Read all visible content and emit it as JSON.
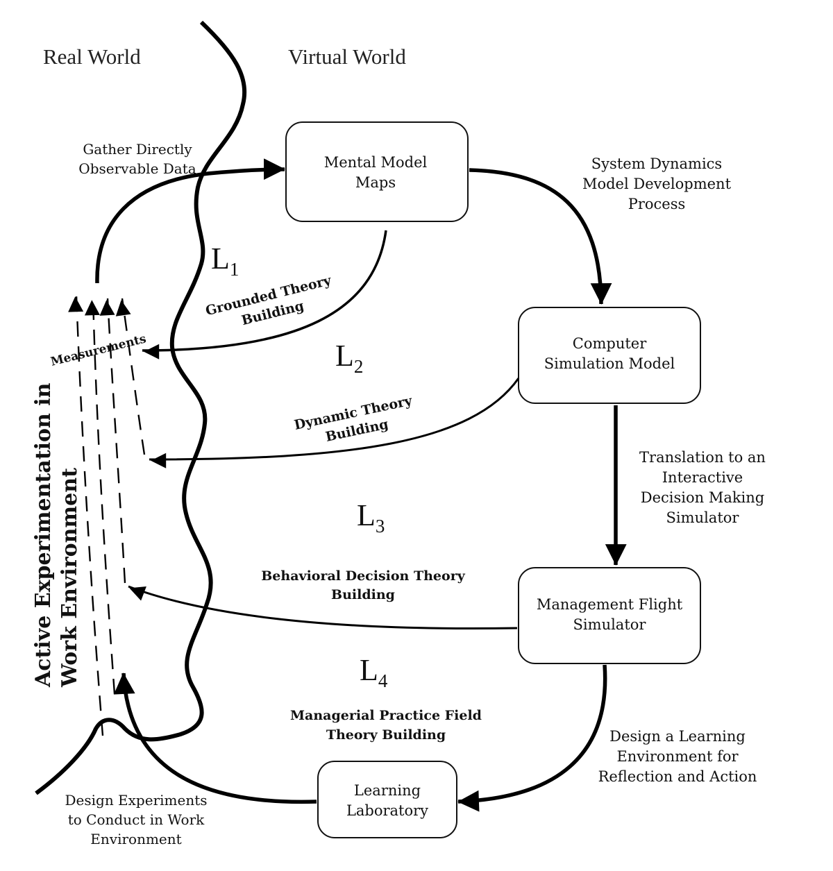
{
  "headings": {
    "real_world": "Real World",
    "virtual_world": "Virtual World",
    "side_line1": "Active Experimentation in",
    "side_line2": "Work Environment"
  },
  "boxes": {
    "mental_model": [
      "Mental Model",
      "Maps"
    ],
    "computer_sim": [
      "Computer",
      "Simulation Model"
    ],
    "mgmt_flight": [
      "Management Flight",
      "Simulator"
    ],
    "learning_lab": [
      "Learning",
      "Laboratory"
    ]
  },
  "process_labels": {
    "gather": [
      "Gather Directly",
      "Observable Data"
    ],
    "sd_process": [
      "System Dynamics",
      "Model Development",
      "Process"
    ],
    "translation": [
      "Translation to an",
      "Interactive",
      "Decision Making",
      "Simulator"
    ],
    "design_learning": [
      "Design a Learning",
      "Environment for",
      "Reflection and Action"
    ],
    "design_experiments": [
      "Design Experiments",
      "to Conduct in Work",
      "Environment"
    ]
  },
  "theory_labels": {
    "grounded": [
      "Grounded Theory",
      "Building"
    ],
    "dynamic": [
      "Dynamic Theory",
      "Building"
    ],
    "behavioral": [
      "Behavioral Decision Theory",
      "Building"
    ],
    "managerial": [
      "Managerial Practice Field",
      "Theory Building"
    ],
    "measurements": "Measurements"
  },
  "loops": [
    {
      "letter": "L",
      "index": "1"
    },
    {
      "letter": "L",
      "index": "2"
    },
    {
      "letter": "L",
      "index": "3"
    },
    {
      "letter": "L",
      "index": "4"
    }
  ]
}
